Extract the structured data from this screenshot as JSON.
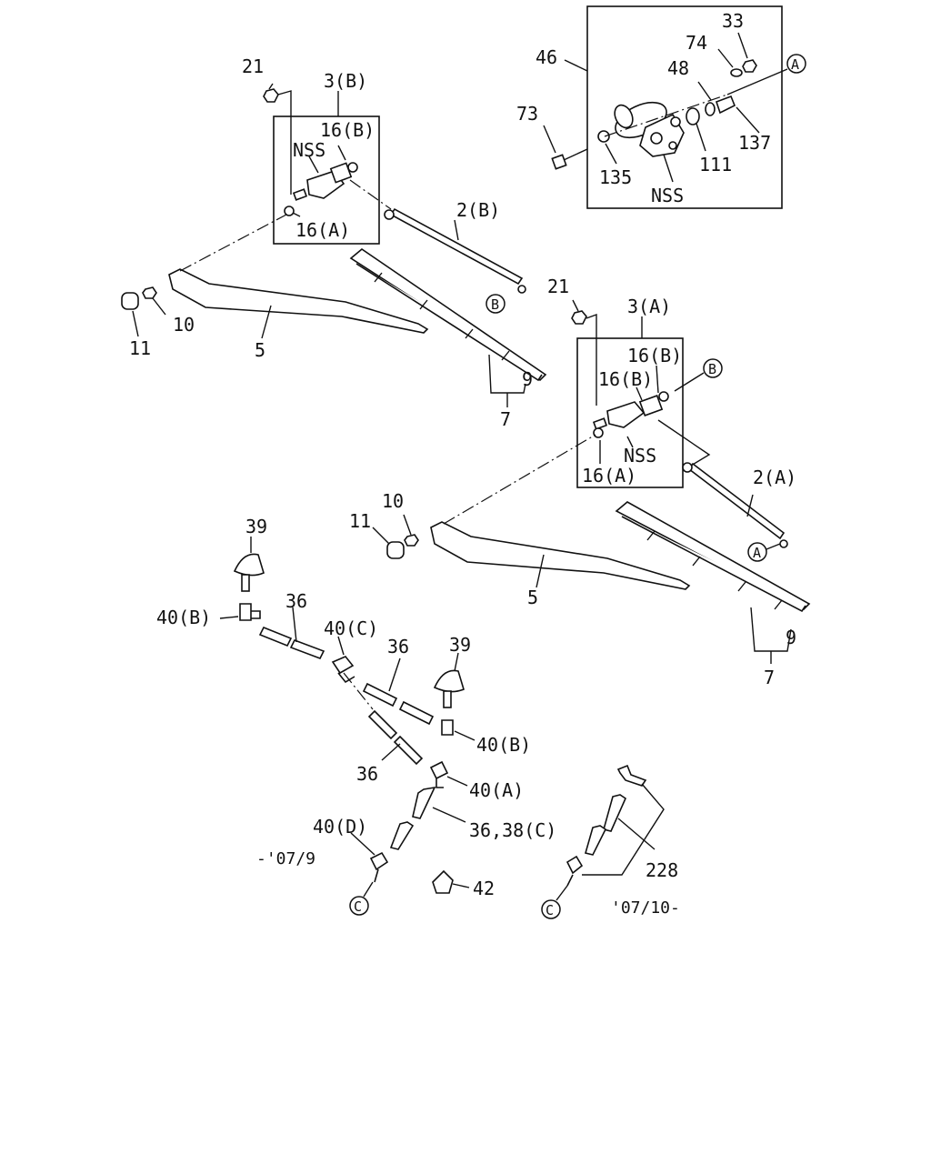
{
  "callouts": {
    "c33": "33",
    "c74": "74",
    "c46": "46",
    "c48": "48",
    "cA_top": "A",
    "c73": "73",
    "c137": "137",
    "c111": "111",
    "c135": "135",
    "cNSS_motor": "NSS",
    "c21_left": "21",
    "c3B": "3(B)",
    "c16B_left": "16(B)",
    "cNSS_left": "NSS",
    "c2B": "2(B)",
    "c16A_left": "16(A)",
    "cB_left": "B",
    "c11_left": "11",
    "c10_left": "10",
    "c5_left": "5",
    "c9_left": "9",
    "c7_left": "7",
    "c21_right": "21",
    "c3A": "3(A)",
    "c16B_r1": "16(B)",
    "c16B_r2": "16(B)",
    "cB_right": "B",
    "cNSS_right": "NSS",
    "c16A_right": "16(A)",
    "c2A": "2(A)",
    "c10_right": "10",
    "c11_right": "11",
    "cA_right": "A",
    "c5_right": "5",
    "c9_right": "9",
    "c7_right": "7",
    "c39_left": "39",
    "c40B_left": "40(B)",
    "c36_a": "36",
    "c40C": "40(C)",
    "c36_b": "36",
    "c39_right": "39",
    "c40B_right": "40(B)",
    "c36_c": "36",
    "c40A": "40(A)",
    "c40D": "40(D)",
    "c36_38C": "36,38(C)",
    "date_old": "-'07/9",
    "c42": "42",
    "cC_left": "C",
    "c228": "228",
    "cC_right": "C",
    "date_new": "'07/10-"
  }
}
